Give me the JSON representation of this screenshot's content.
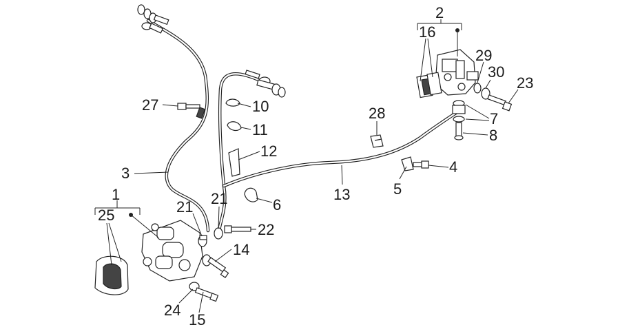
{
  "callouts": {
    "c1": "1",
    "c2": "2",
    "c3": "3",
    "c4": "4",
    "c5": "5",
    "c6": "6",
    "c7": "7",
    "c8": "8",
    "c10": "10",
    "c11": "11",
    "c12": "12",
    "c13": "13",
    "c14": "14",
    "c15": "15",
    "c16": "16",
    "c21a": "21",
    "c21b": "21",
    "c22": "22",
    "c23": "23",
    "c24": "24",
    "c25": "25",
    "c27": "27",
    "c28": "28",
    "c29": "29",
    "c30": "30"
  }
}
